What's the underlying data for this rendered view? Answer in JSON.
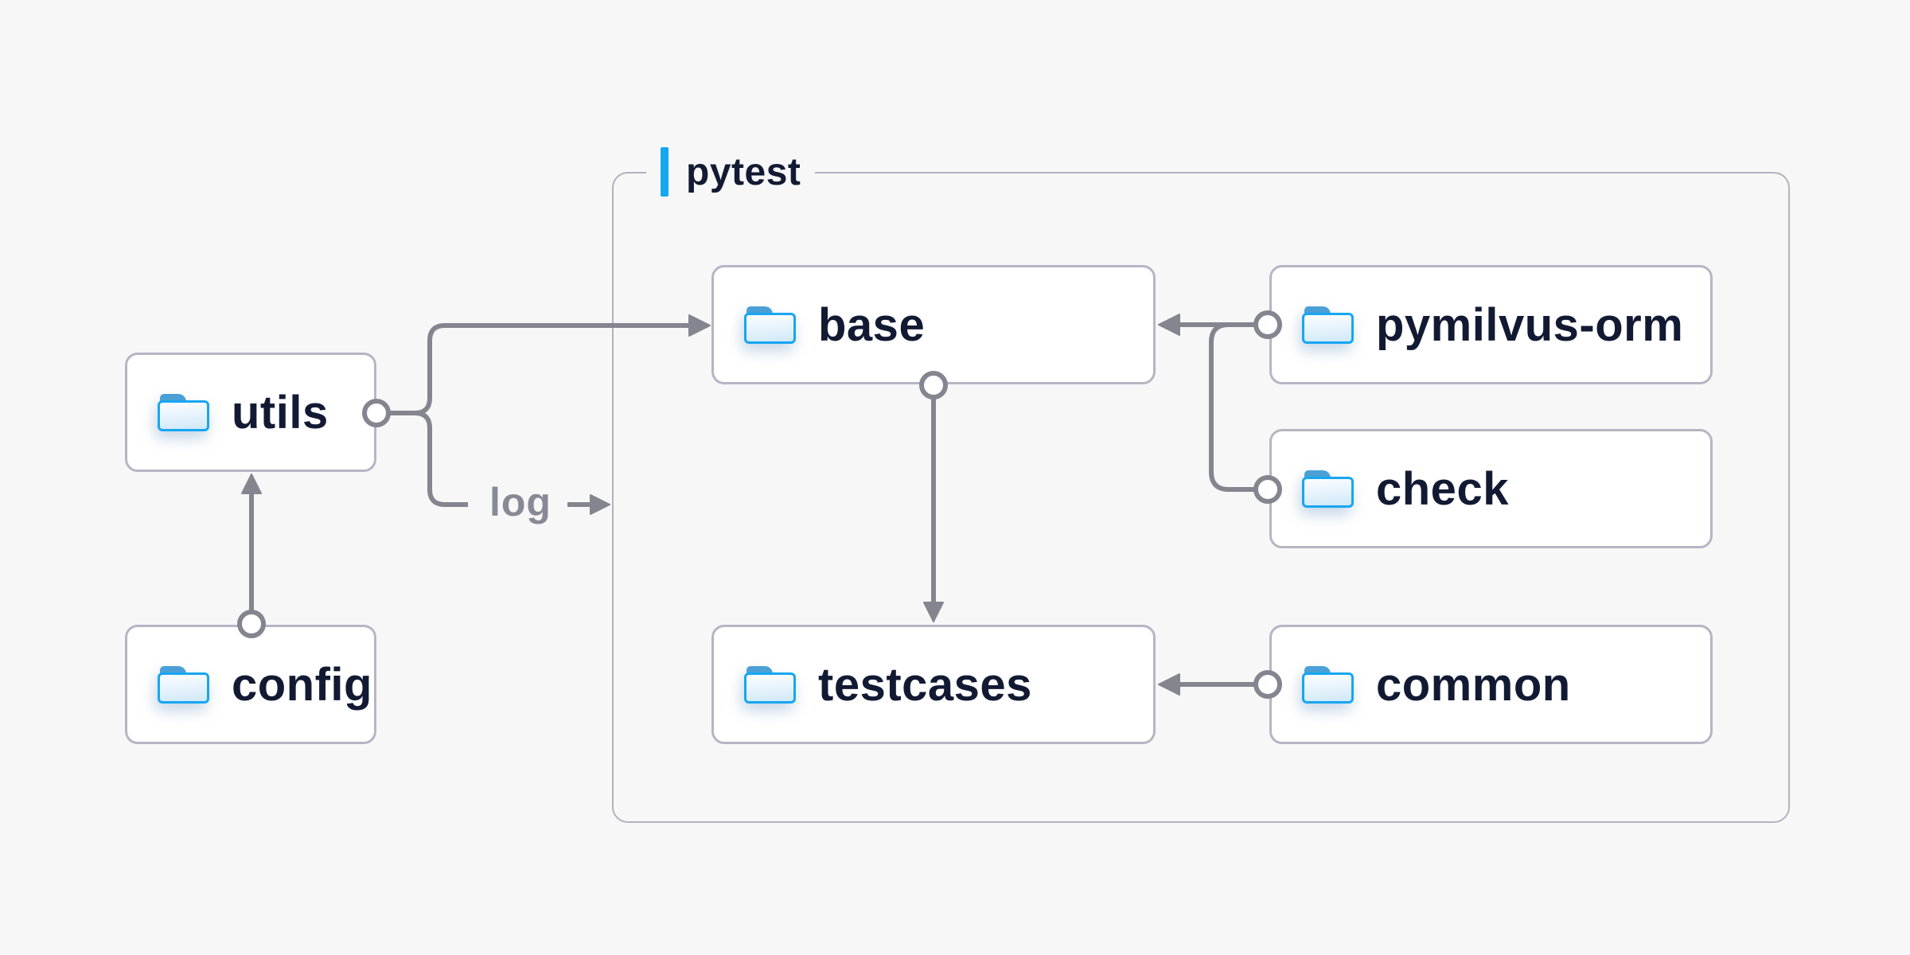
{
  "diagram": {
    "group": {
      "label": "pytest"
    },
    "nodes": [
      {
        "id": "utils",
        "label": "utils",
        "icon": "folder-icon",
        "group": null
      },
      {
        "id": "config",
        "label": "config",
        "icon": "folder-icon",
        "group": null
      },
      {
        "id": "base",
        "label": "base",
        "icon": "folder-icon",
        "group": "pytest"
      },
      {
        "id": "testcases",
        "label": "testcases",
        "icon": "folder-icon",
        "group": "pytest"
      },
      {
        "id": "pymilvus-orm",
        "label": "pymilvus-orm",
        "icon": "folder-icon",
        "group": "pytest"
      },
      {
        "id": "check",
        "label": "check",
        "icon": "folder-icon",
        "group": "pytest"
      },
      {
        "id": "common",
        "label": "common",
        "icon": "folder-icon",
        "group": "pytest"
      }
    ],
    "edges": [
      {
        "from": "config",
        "to": "utils"
      },
      {
        "from": "utils",
        "to": "base"
      },
      {
        "from": "utils",
        "to": "pytest-group",
        "label": "log"
      },
      {
        "from": "pymilvus-orm",
        "to": "base"
      },
      {
        "from": "check",
        "to": "base"
      },
      {
        "from": "base",
        "to": "testcases"
      },
      {
        "from": "common",
        "to": "testcases"
      }
    ],
    "edge_label": {
      "text": "log"
    },
    "colors": {
      "background": "#f7f7f8",
      "node_background": "#ffffff",
      "node_border": "#b7b5c3",
      "group_border": "#b3b1c0",
      "connector": "#84858f",
      "accent_blue": "#14a7f0",
      "folder_blue": "#17a6f1",
      "folder_tab_blue": "#4aa0d6",
      "text": "#121a33",
      "edge_label_text": "#878994"
    }
  }
}
